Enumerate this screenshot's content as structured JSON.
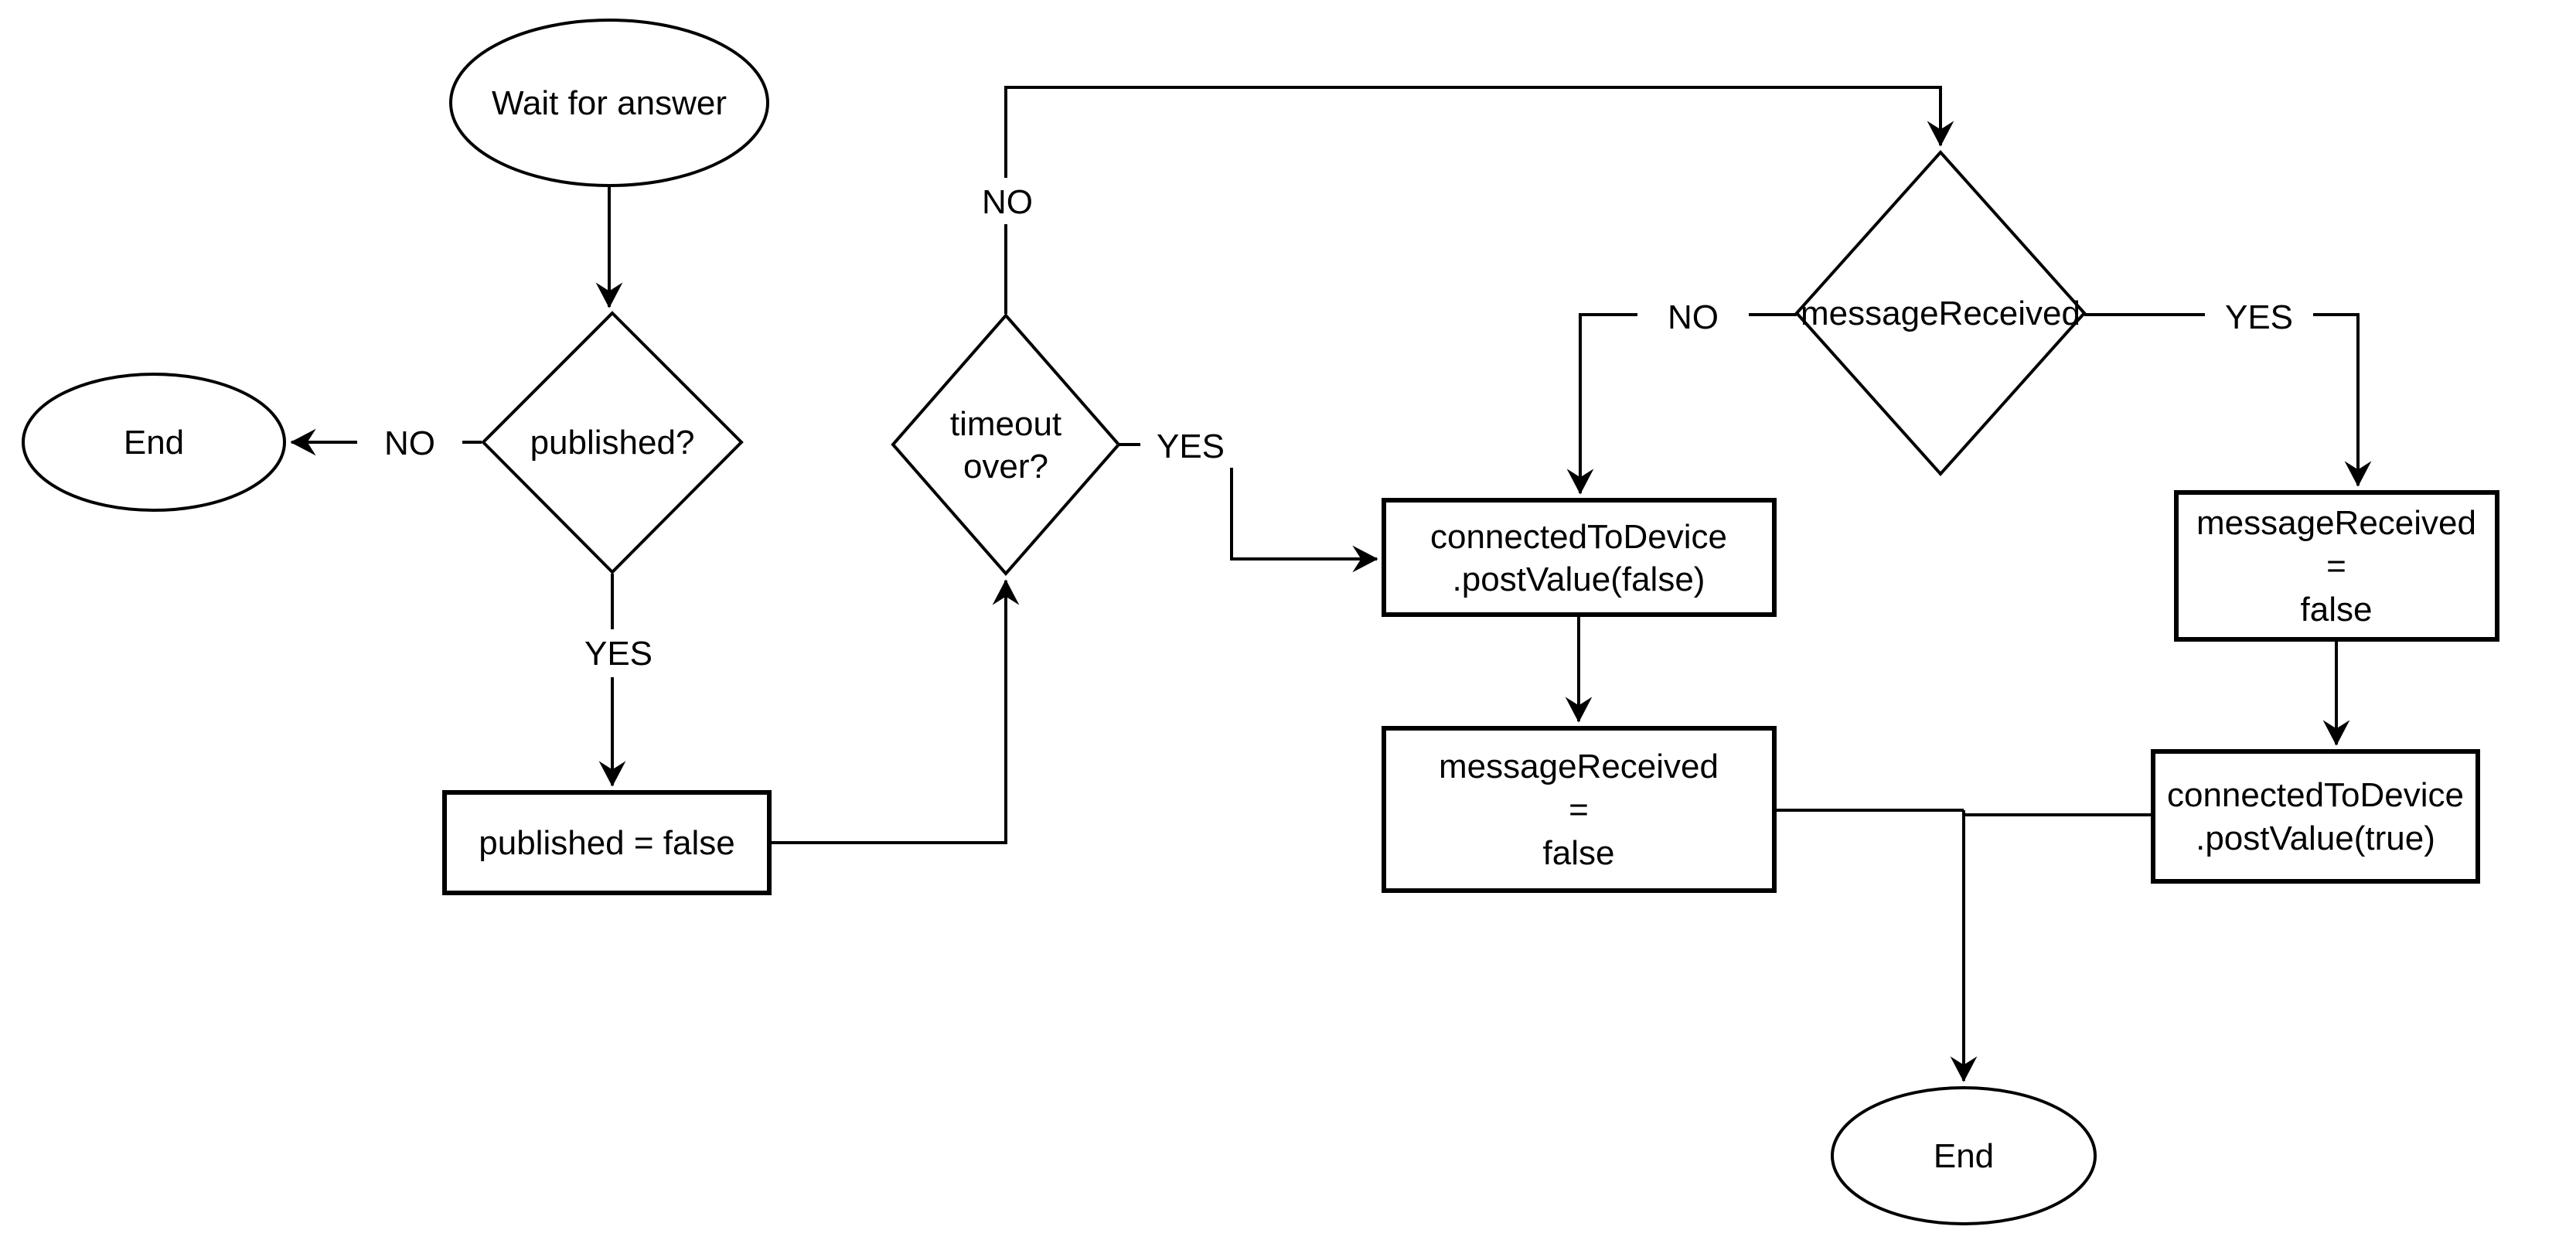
{
  "diagram": {
    "background_color": "#ffffff",
    "stroke_color": "#000000",
    "nodes": {
      "wait_for_answer": {
        "type": "ellipse",
        "label": "Wait for answer"
      },
      "published_q": {
        "type": "diamond",
        "label": "published?"
      },
      "end_left": {
        "type": "ellipse",
        "label": "End"
      },
      "published_false": {
        "type": "process",
        "label": "published = false"
      },
      "timeout_over": {
        "type": "diamond",
        "line1": "timeout",
        "line2": "over?"
      },
      "message_received_q": {
        "type": "diamond",
        "label": "messageReceived"
      },
      "connected_post_false": {
        "type": "process",
        "line1": "connectedToDevice",
        "line2": ".postValue(false)"
      },
      "message_received_false_mid": {
        "type": "process",
        "line1": "messageReceived",
        "line2": "=",
        "line3": "false"
      },
      "message_received_false_right": {
        "type": "process",
        "line1": "messageReceived",
        "line2": "=",
        "line3": "false"
      },
      "connected_post_true": {
        "type": "process",
        "line1": "connectedToDevice",
        "line2": ".postValue(true)"
      },
      "end_bottom": {
        "type": "ellipse",
        "label": "End"
      }
    },
    "edge_labels": {
      "published_no": "NO",
      "published_yes": "YES",
      "timeout_no": "NO",
      "timeout_yes": "YES",
      "message_no": "NO",
      "message_yes": "YES"
    }
  }
}
